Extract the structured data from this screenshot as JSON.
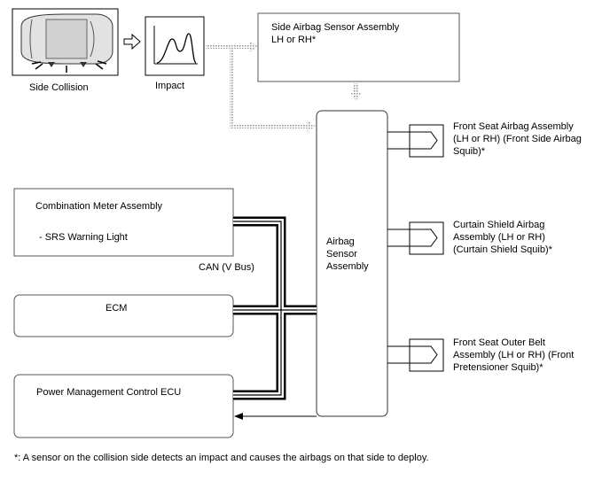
{
  "collision": {
    "caption": "Side Collision",
    "icon": "car-top-view-icon"
  },
  "impact": {
    "caption": "Impact",
    "icon": "impact-waveform-icon"
  },
  "side_sensor": {
    "label": "Side Airbag Sensor Assembly\nLH or RH*"
  },
  "center": {
    "label": "Airbag\nSensor\nAssembly"
  },
  "squibs": [
    {
      "label": "Front Seat Airbag Assembly\n(LH or RH) (Front Side Airbag\nSquib)*"
    },
    {
      "label": "Curtain Shield Airbag\nAssembly (LH or RH)\n(Curtain Shield Squib)*"
    },
    {
      "label": "Front Seat Outer Belt\nAssembly (LH or RH) (Front\nPretensioner Squib)*"
    }
  ],
  "meter": {
    "title": "Combination Meter Assembly",
    "item": "- SRS Warning Light"
  },
  "can_label": "CAN (V Bus)",
  "ecm": {
    "label": "ECM"
  },
  "pm_ecu": {
    "label": "Power Management Control ECU"
  },
  "footnote": "*: A sensor on the collision side detects an impact and causes the airbags on that side to deploy."
}
